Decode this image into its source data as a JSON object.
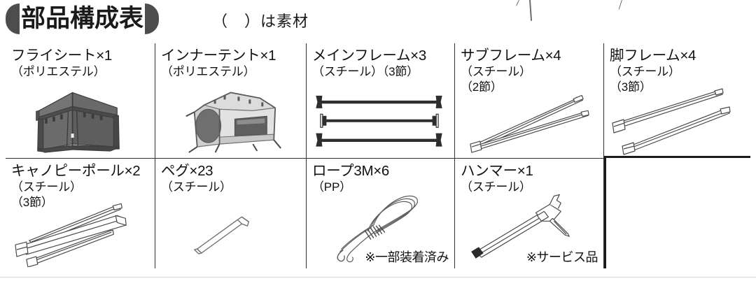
{
  "header": {
    "title": "部品構成表",
    "note": "（　）は素材",
    "cap_color": "#4d4d4d",
    "text_color": "#1a1a1a"
  },
  "table": {
    "rows": [
      {
        "cells": [
          {
            "title": "フライシート×1",
            "sub1": "（ポリエステル）",
            "sub2": "",
            "note": "",
            "icon": "tent-fly-icon"
          },
          {
            "title": "インナーテント×1",
            "sub1": "（ポリエステル）",
            "sub2": "",
            "note": "",
            "icon": "inner-tent-icon"
          },
          {
            "title": "メインフレーム×3",
            "sub1": "（スチール）（3節）",
            "sub2": "",
            "note": "",
            "icon": "main-frame-icon"
          },
          {
            "title": "サブフレーム×4",
            "sub1": "（スチール）",
            "sub2": "（2節）",
            "note": "",
            "icon": "sub-frame-icon"
          },
          {
            "title": "脚フレーム×4",
            "sub1": "（スチール）",
            "sub2": "（3節）",
            "note": "",
            "icon": "leg-frame-icon"
          }
        ]
      },
      {
        "cells": [
          {
            "title": "キャノピーポール×2",
            "sub1": "（スチール）",
            "sub2": "（3節）",
            "note": "",
            "icon": "canopy-pole-icon"
          },
          {
            "title": "ペグ×23",
            "sub1": "（スチール）",
            "sub2": "",
            "note": "",
            "icon": "peg-icon"
          },
          {
            "title": "ロープ3M×6",
            "sub1": "（PP）",
            "sub2": "",
            "note": "※一部装着済み",
            "icon": "rope-icon"
          },
          {
            "title": "ハンマー×1",
            "sub1": "（スチール）",
            "sub2": "",
            "note": "※サービス品",
            "icon": "hammer-icon"
          },
          {
            "title": "",
            "sub1": "",
            "sub2": "",
            "note": "",
            "icon": ""
          }
        ]
      }
    ]
  },
  "colors": {
    "fly_sheet_dark": "#6b6b6b",
    "fly_sheet_darker": "#555555",
    "inner_tent_light": "#d9d9d9",
    "inner_tent_mid": "#b8b8b8",
    "inner_tent_dark": "#6f6f6f",
    "frame_stroke": "#4a4a4a",
    "frame_fill": "#ffffff",
    "border": "#1a1a1a"
  }
}
